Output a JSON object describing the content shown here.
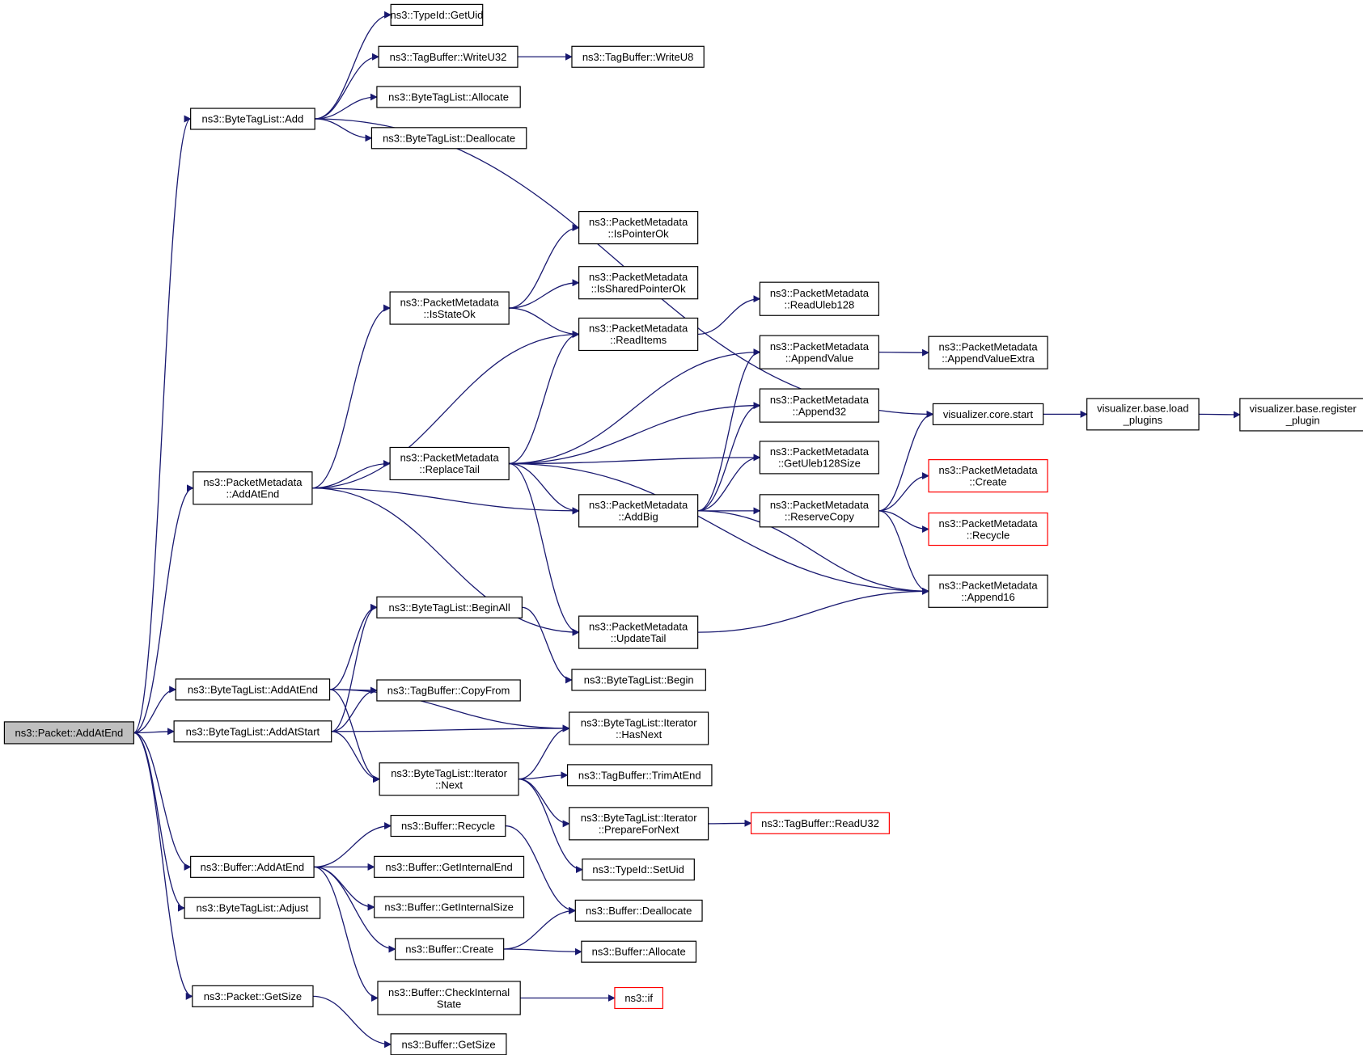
{
  "graph": {
    "colors": {
      "edge": "#191970",
      "node_border": "#000000",
      "node_border_truncated": "#ff0000",
      "root_fill": "#bfbfbf",
      "node_fill": "#ffffff"
    },
    "nodes": [
      {
        "id": "packet-addatend",
        "lines": [
          "ns3::Packet::AddAtEnd"
        ],
        "root": true
      },
      {
        "id": "bytetaglist-add",
        "lines": [
          "ns3::ByteTagList::Add"
        ]
      },
      {
        "id": "typeid-getuid",
        "lines": [
          "ns3::TypeId::GetUid"
        ]
      },
      {
        "id": "tagbuffer-writeu32",
        "lines": [
          "ns3::TagBuffer::WriteU32"
        ]
      },
      {
        "id": "tagbuffer-writeu8",
        "lines": [
          "ns3::TagBuffer::WriteU8"
        ]
      },
      {
        "id": "bytetaglist-allocate",
        "lines": [
          "ns3::ByteTagList::Allocate"
        ]
      },
      {
        "id": "bytetaglist-deallocate",
        "lines": [
          "ns3::ByteTagList::Deallocate"
        ]
      },
      {
        "id": "pm-ispointerok",
        "lines": [
          "ns3::PacketMetadata",
          "::IsPointerOk"
        ]
      },
      {
        "id": "pm-issharedpointerok",
        "lines": [
          "ns3::PacketMetadata",
          "::IsSharedPointerOk"
        ]
      },
      {
        "id": "pm-isstateok",
        "lines": [
          "ns3::PacketMetadata",
          "::IsStateOk"
        ]
      },
      {
        "id": "pm-readuleb128",
        "lines": [
          "ns3::PacketMetadata",
          "::ReadUleb128"
        ]
      },
      {
        "id": "pm-readitems",
        "lines": [
          "ns3::PacketMetadata",
          "::ReadItems"
        ]
      },
      {
        "id": "pm-appendvalue",
        "lines": [
          "ns3::PacketMetadata",
          "::AppendValue"
        ]
      },
      {
        "id": "pm-appendvalueextra",
        "lines": [
          "ns3::PacketMetadata",
          "::AppendValueExtra"
        ]
      },
      {
        "id": "pm-append32",
        "lines": [
          "ns3::PacketMetadata",
          "::Append32"
        ]
      },
      {
        "id": "vis-core-start",
        "lines": [
          "visualizer.core.start"
        ]
      },
      {
        "id": "vis-base-load",
        "lines": [
          "visualizer.base.load",
          "_plugins"
        ]
      },
      {
        "id": "vis-base-register",
        "lines": [
          "visualizer.base.register",
          "_plugin"
        ]
      },
      {
        "id": "pm-replacetail",
        "lines": [
          "ns3::PacketMetadata",
          "::ReplaceTail"
        ]
      },
      {
        "id": "pm-getuleb128size",
        "lines": [
          "ns3::PacketMetadata",
          "::GetUleb128Size"
        ]
      },
      {
        "id": "pm-create",
        "lines": [
          "ns3::PacketMetadata",
          "::Create"
        ],
        "truncated": true
      },
      {
        "id": "pm-addatend",
        "lines": [
          "ns3::PacketMetadata",
          "::AddAtEnd"
        ]
      },
      {
        "id": "pm-addbig",
        "lines": [
          "ns3::PacketMetadata",
          "::AddBig"
        ]
      },
      {
        "id": "pm-reservecopy",
        "lines": [
          "ns3::PacketMetadata",
          "::ReserveCopy"
        ]
      },
      {
        "id": "pm-recycle",
        "lines": [
          "ns3::PacketMetadata",
          "::Recycle"
        ],
        "truncated": true
      },
      {
        "id": "pm-append16",
        "lines": [
          "ns3::PacketMetadata",
          "::Append16"
        ]
      },
      {
        "id": "bytetaglist-beginall",
        "lines": [
          "ns3::ByteTagList::BeginAll"
        ]
      },
      {
        "id": "pm-updatetail",
        "lines": [
          "ns3::PacketMetadata",
          "::UpdateTail"
        ]
      },
      {
        "id": "bytetaglist-begin",
        "lines": [
          "ns3::ByteTagList::Begin"
        ]
      },
      {
        "id": "bytetaglist-addatend",
        "lines": [
          "ns3::ByteTagList::AddAtEnd"
        ]
      },
      {
        "id": "tagbuffer-copyfrom",
        "lines": [
          "ns3::TagBuffer::CopyFrom"
        ]
      },
      {
        "id": "btl-iterator-hasnext",
        "lines": [
          "ns3::ByteTagList::Iterator",
          "::HasNext"
        ]
      },
      {
        "id": "bytetaglist-addatstart",
        "lines": [
          "ns3::ByteTagList::AddAtStart"
        ]
      },
      {
        "id": "btl-iterator-next",
        "lines": [
          "ns3::ByteTagList::Iterator",
          "::Next"
        ]
      },
      {
        "id": "tagbuffer-trimatend",
        "lines": [
          "ns3::TagBuffer::TrimAtEnd"
        ]
      },
      {
        "id": "btl-iterator-preparefornext",
        "lines": [
          "ns3::ByteTagList::Iterator",
          "::PrepareForNext"
        ]
      },
      {
        "id": "tagbuffer-readu32",
        "lines": [
          "ns3::TagBuffer::ReadU32"
        ],
        "truncated": true
      },
      {
        "id": "buffer-recycle",
        "lines": [
          "ns3::Buffer::Recycle"
        ]
      },
      {
        "id": "typeid-setuid",
        "lines": [
          "ns3::TypeId::SetUid"
        ]
      },
      {
        "id": "buffer-addatend",
        "lines": [
          "ns3::Buffer::AddAtEnd"
        ]
      },
      {
        "id": "buffer-getinternalend",
        "lines": [
          "ns3::Buffer::GetInternalEnd"
        ]
      },
      {
        "id": "bytetaglist-adjust",
        "lines": [
          "ns3::ByteTagList::Adjust"
        ]
      },
      {
        "id": "buffer-getinternalsize",
        "lines": [
          "ns3::Buffer::GetInternalSize"
        ]
      },
      {
        "id": "buffer-deallocate",
        "lines": [
          "ns3::Buffer::Deallocate"
        ]
      },
      {
        "id": "buffer-create",
        "lines": [
          "ns3::Buffer::Create"
        ]
      },
      {
        "id": "buffer-allocate",
        "lines": [
          "ns3::Buffer::Allocate"
        ]
      },
      {
        "id": "buffer-checkinternalstate",
        "lines": [
          "ns3::Buffer::CheckInternal",
          "State"
        ]
      },
      {
        "id": "ns3-if",
        "lines": [
          "ns3::if"
        ],
        "truncated": true
      },
      {
        "id": "packet-getsize",
        "lines": [
          "ns3::Packet::GetSize"
        ]
      },
      {
        "id": "buffer-getsize",
        "lines": [
          "ns3::Buffer::GetSize"
        ]
      }
    ],
    "edges": [
      [
        "packet-addatend",
        "bytetaglist-add"
      ],
      [
        "packet-addatend",
        "pm-addatend"
      ],
      [
        "packet-addatend",
        "bytetaglist-addatend"
      ],
      [
        "packet-addatend",
        "bytetaglist-addatstart"
      ],
      [
        "packet-addatend",
        "buffer-addatend"
      ],
      [
        "packet-addatend",
        "bytetaglist-adjust"
      ],
      [
        "packet-addatend",
        "packet-getsize"
      ],
      [
        "bytetaglist-add",
        "typeid-getuid"
      ],
      [
        "bytetaglist-add",
        "tagbuffer-writeu32"
      ],
      [
        "bytetaglist-add",
        "bytetaglist-allocate"
      ],
      [
        "bytetaglist-add",
        "bytetaglist-deallocate"
      ],
      [
        "bytetaglist-add",
        "vis-core-start"
      ],
      [
        "tagbuffer-writeu32",
        "tagbuffer-writeu8"
      ],
      [
        "pm-isstateok",
        "pm-ispointerok"
      ],
      [
        "pm-isstateok",
        "pm-issharedpointerok"
      ],
      [
        "pm-isstateok",
        "pm-readitems"
      ],
      [
        "pm-readitems",
        "pm-readuleb128"
      ],
      [
        "pm-appendvalue",
        "pm-appendvalueextra"
      ],
      [
        "vis-core-start",
        "vis-base-load"
      ],
      [
        "vis-base-load",
        "vis-base-register"
      ],
      [
        "pm-addatend",
        "pm-isstateok"
      ],
      [
        "pm-addatend",
        "pm-readitems"
      ],
      [
        "pm-addatend",
        "pm-replacetail"
      ],
      [
        "pm-addatend",
        "pm-addbig"
      ],
      [
        "pm-addatend",
        "pm-updatetail"
      ],
      [
        "pm-replacetail",
        "pm-readitems"
      ],
      [
        "pm-replacetail",
        "pm-appendvalue"
      ],
      [
        "pm-replacetail",
        "pm-append32"
      ],
      [
        "pm-replacetail",
        "pm-getuleb128size"
      ],
      [
        "pm-replacetail",
        "pm-addbig"
      ],
      [
        "pm-replacetail",
        "pm-append16"
      ],
      [
        "pm-replacetail",
        "pm-updatetail"
      ],
      [
        "pm-addbig",
        "pm-appendvalue"
      ],
      [
        "pm-addbig",
        "pm-append32"
      ],
      [
        "pm-addbig",
        "pm-getuleb128size"
      ],
      [
        "pm-addbig",
        "pm-reservecopy"
      ],
      [
        "pm-addbig",
        "pm-append16"
      ],
      [
        "pm-reservecopy",
        "vis-core-start"
      ],
      [
        "pm-reservecopy",
        "pm-create"
      ],
      [
        "pm-reservecopy",
        "pm-recycle"
      ],
      [
        "pm-reservecopy",
        "pm-append16"
      ],
      [
        "pm-updatetail",
        "pm-append16"
      ],
      [
        "bytetaglist-beginall",
        "bytetaglist-begin"
      ],
      [
        "bytetaglist-addatend",
        "bytetaglist-beginall"
      ],
      [
        "bytetaglist-addatend",
        "tagbuffer-copyfrom"
      ],
      [
        "bytetaglist-addatend",
        "btl-iterator-hasnext"
      ],
      [
        "bytetaglist-addatend",
        "btl-iterator-next"
      ],
      [
        "bytetaglist-addatstart",
        "bytetaglist-beginall"
      ],
      [
        "bytetaglist-addatstart",
        "tagbuffer-copyfrom"
      ],
      [
        "bytetaglist-addatstart",
        "btl-iterator-hasnext"
      ],
      [
        "bytetaglist-addatstart",
        "btl-iterator-next"
      ],
      [
        "btl-iterator-next",
        "btl-iterator-hasnext"
      ],
      [
        "btl-iterator-next",
        "tagbuffer-trimatend"
      ],
      [
        "btl-iterator-next",
        "btl-iterator-preparefornext"
      ],
      [
        "btl-iterator-next",
        "typeid-setuid"
      ],
      [
        "btl-iterator-preparefornext",
        "tagbuffer-readu32"
      ],
      [
        "buffer-addatend",
        "buffer-recycle"
      ],
      [
        "buffer-addatend",
        "buffer-getinternalend"
      ],
      [
        "buffer-addatend",
        "buffer-getinternalsize"
      ],
      [
        "buffer-addatend",
        "buffer-create"
      ],
      [
        "buffer-addatend",
        "buffer-checkinternalstate"
      ],
      [
        "buffer-recycle",
        "buffer-deallocate"
      ],
      [
        "buffer-create",
        "buffer-deallocate"
      ],
      [
        "buffer-create",
        "buffer-allocate"
      ],
      [
        "buffer-checkinternalstate",
        "ns3-if"
      ],
      [
        "packet-getsize",
        "buffer-getsize"
      ]
    ]
  }
}
